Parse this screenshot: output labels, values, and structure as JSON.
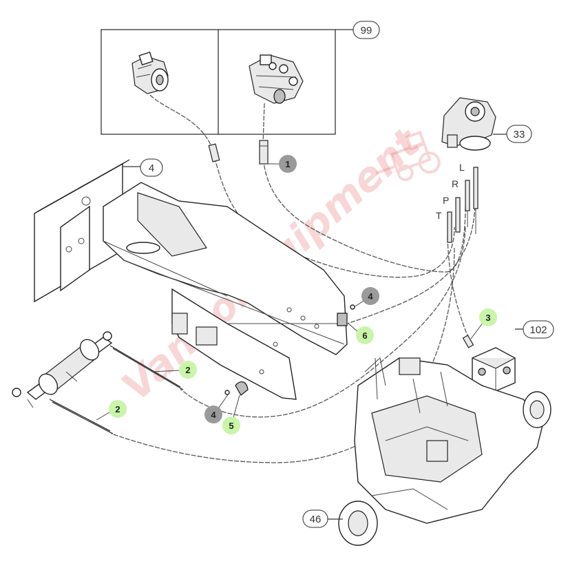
{
  "callouts": [
    {
      "id": "99",
      "kind": "assembly"
    },
    {
      "id": "33",
      "kind": "assembly"
    },
    {
      "id": "4",
      "kind": "assembly"
    },
    {
      "id": "102",
      "kind": "assembly"
    },
    {
      "id": "46",
      "kind": "assembly"
    }
  ],
  "markers": [
    {
      "id": "1",
      "color": "#9a9a9a"
    },
    {
      "id": "2",
      "color": "#c8f5a8"
    },
    {
      "id": "2b",
      "label": "2",
      "color": "#c8f5a8"
    },
    {
      "id": "3",
      "color": "#c8f5a8"
    },
    {
      "id": "4a",
      "label": "4",
      "color": "#9a9a9a"
    },
    {
      "id": "4b",
      "label": "4",
      "color": "#9a9a9a"
    },
    {
      "id": "5",
      "color": "#c8f5a8"
    },
    {
      "id": "6",
      "color": "#c8f5a8"
    }
  ],
  "port_letters": [
    "L",
    "R",
    "P",
    "T"
  ],
  "watermark": "VanPoEquipment",
  "colors": {
    "grey_marker": "#9a9a9a",
    "green_marker": "#c8f5a8",
    "watermark": "#e34a4a"
  }
}
